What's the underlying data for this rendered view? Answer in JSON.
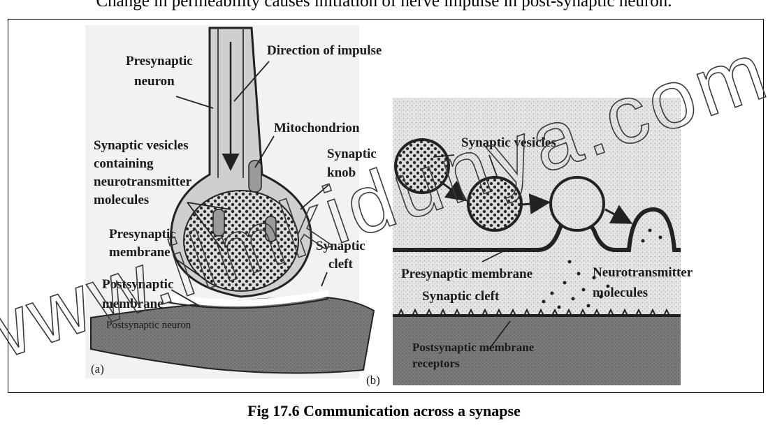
{
  "header_text": "Change in permeability causes initiation of nerve impulse in post-synaptic neuron.",
  "caption": "Fig 17.6 Communication across a synapse",
  "watermark": "www.ilmkidunya.com",
  "panel_a": {
    "tag": "(a)",
    "labels": {
      "presynaptic_neuron_1": "Presynaptic",
      "presynaptic_neuron_2": "neuron",
      "direction_of_impulse": "Direction of impulse",
      "mitochondrion": "Mitochondrion",
      "vesicles_1": "Synaptic vesicles",
      "vesicles_2": "containing",
      "vesicles_3": "neurotransmitter",
      "vesicles_4": "molecules",
      "synaptic_knob_1": "Synaptic",
      "synaptic_knob_2": "knob",
      "presynaptic_membrane_1": "Presynaptic",
      "presynaptic_membrane_2": "membrane",
      "synaptic_cleft_1": "Synaptic",
      "synaptic_cleft_2": "cleft",
      "postsynaptic_membrane_1": "Postsynaptic",
      "postsynaptic_membrane_2": "membrane",
      "postsynaptic_neuron": "Postsynaptic neuron"
    }
  },
  "panel_b": {
    "tag": "(b)",
    "labels": {
      "synaptic_vesicles": "Synaptic vesicles",
      "presynaptic_membrane": "Presynaptic membrane",
      "synaptic_cleft": "Synaptic cleft",
      "neurotransmitter_1": "Neurotransmitter",
      "neurotransmitter_2": "molecules",
      "postsynaptic_receptors_1": "Postsynaptic membrane",
      "postsynaptic_receptors_2": "receptors"
    }
  }
}
